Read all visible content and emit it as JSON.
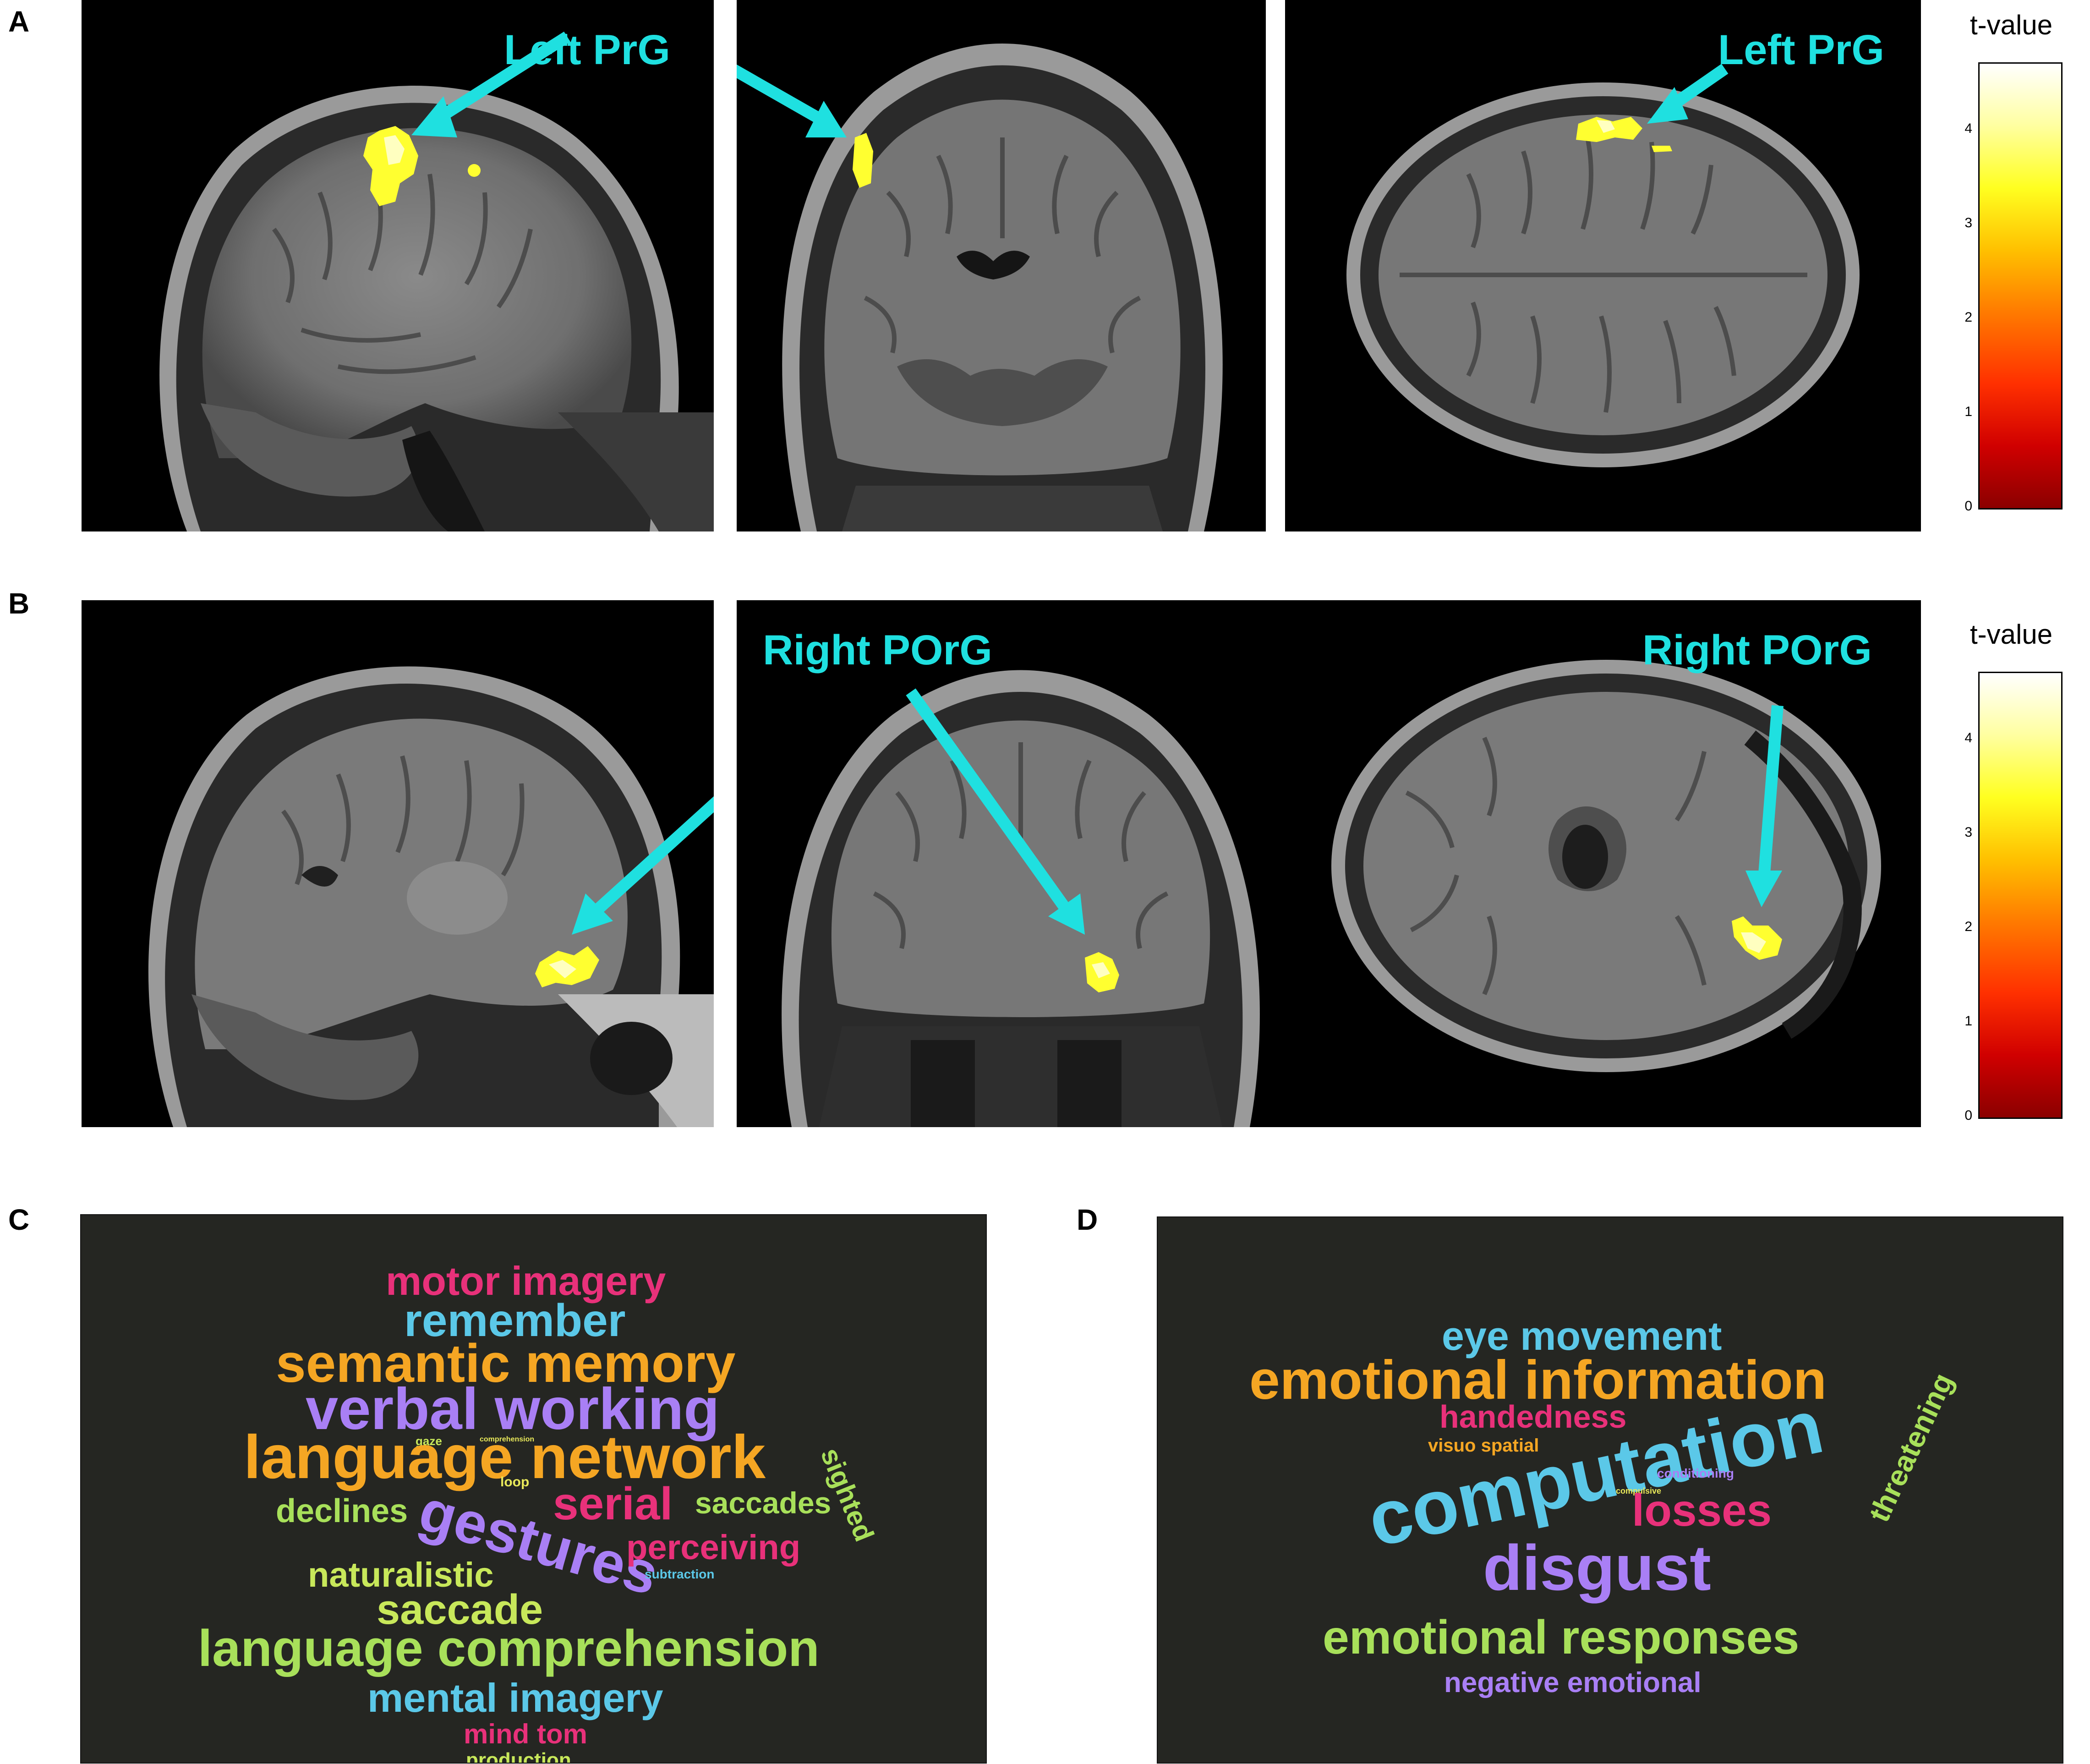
{
  "panels": {
    "a": {
      "letter": "A"
    },
    "b": {
      "letter": "B"
    },
    "c": {
      "letter": "C"
    },
    "d": {
      "letter": "D"
    }
  },
  "callouts": {
    "left_prg": "Left PrG",
    "right_porg": "Right POrG"
  },
  "colorbar": {
    "title": "t-value",
    "ticks": [
      "0",
      "1",
      "2",
      "3",
      "4"
    ],
    "max": 4.7,
    "colors": [
      "#8b0000",
      "#ff3000",
      "#ffc000",
      "#ffff20",
      "#ffffff"
    ]
  },
  "accent_color": "#1fe0e0",
  "activation_color": "#ffff30",
  "word_cloud_c": [
    {
      "text": "motor imagery",
      "color": "#e8317a"
    },
    {
      "text": "remember",
      "color": "#5bc8e8"
    },
    {
      "text": "semantic memory",
      "color": "#f5a623"
    },
    {
      "text": "verbal working",
      "color": "#a97ff5"
    },
    {
      "text": "gaze",
      "color": "#c8e85a"
    },
    {
      "text": "comprehension",
      "color": "#e8e85a"
    },
    {
      "text": "language network",
      "color": "#f5a623"
    },
    {
      "text": "sighted",
      "color": "#a8e05a"
    },
    {
      "text": "loop",
      "color": "#e8e85a"
    },
    {
      "text": "declines",
      "color": "#a8e05a"
    },
    {
      "text": "serial",
      "color": "#e8317a"
    },
    {
      "text": "saccades",
      "color": "#a8e05a"
    },
    {
      "text": "gestures",
      "color": "#a97ff5"
    },
    {
      "text": "perceiving",
      "color": "#e8317a"
    },
    {
      "text": "naturalistic",
      "color": "#c8e85a"
    },
    {
      "text": "subtraction",
      "color": "#5bc8e8"
    },
    {
      "text": "saccade",
      "color": "#c8e85a"
    },
    {
      "text": "language comprehension",
      "color": "#a8e05a"
    },
    {
      "text": "mental imagery",
      "color": "#5bc8e8"
    },
    {
      "text": "mind tom",
      "color": "#e8317a"
    },
    {
      "text": "production",
      "color": "#c8e85a"
    }
  ],
  "word_cloud_d": [
    {
      "text": "eye movement",
      "color": "#5bc8e8"
    },
    {
      "text": "emotional information",
      "color": "#f5a623"
    },
    {
      "text": "handedness",
      "color": "#e8317a"
    },
    {
      "text": "visuo spatial",
      "color": "#f5a623"
    },
    {
      "text": "computation",
      "color": "#5bc8e8"
    },
    {
      "text": "conditioning",
      "color": "#a97ff5"
    },
    {
      "text": "compulsive",
      "color": "#e8e85a"
    },
    {
      "text": "losses",
      "color": "#e8317a"
    },
    {
      "text": "threatening",
      "color": "#a8e05a"
    },
    {
      "text": "disgust",
      "color": "#a97ff5"
    },
    {
      "text": "emotional responses",
      "color": "#a8e05a"
    },
    {
      "text": "negative emotional",
      "color": "#a97ff5"
    }
  ]
}
